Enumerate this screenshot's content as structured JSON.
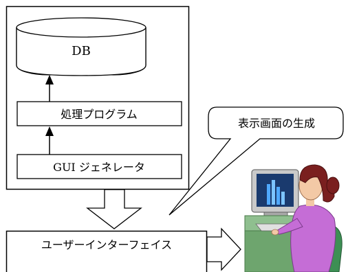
{
  "db": {
    "label": "DB"
  },
  "processing": {
    "label": "処理プログラム"
  },
  "generator": {
    "label": "GUI ジェネレータ"
  },
  "callout": {
    "label": "表示画面の生成"
  },
  "ui": {
    "label": "ユーザーインターフェイス"
  },
  "clipart": {
    "icon": "person-at-computer-icon"
  }
}
